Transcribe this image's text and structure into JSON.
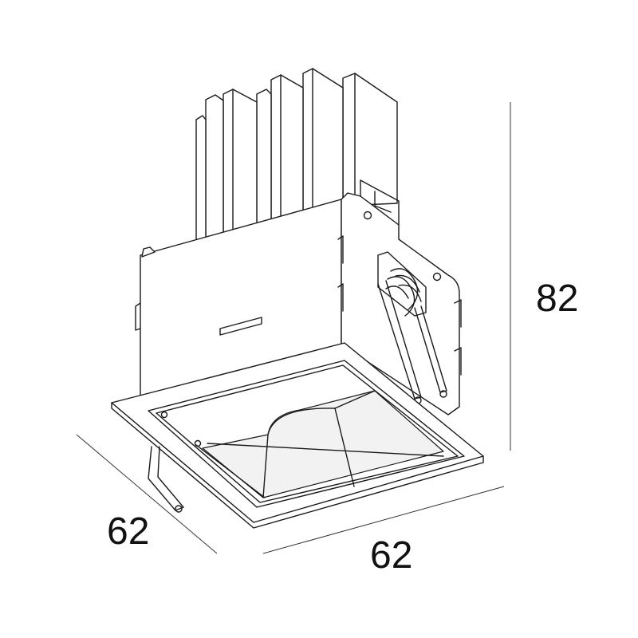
{
  "drawing": {
    "dimensions": {
      "height": "82",
      "width_front": "62",
      "depth_side": "62"
    }
  },
  "colors": {
    "line": "#1a1a1a",
    "background": "#ffffff"
  }
}
